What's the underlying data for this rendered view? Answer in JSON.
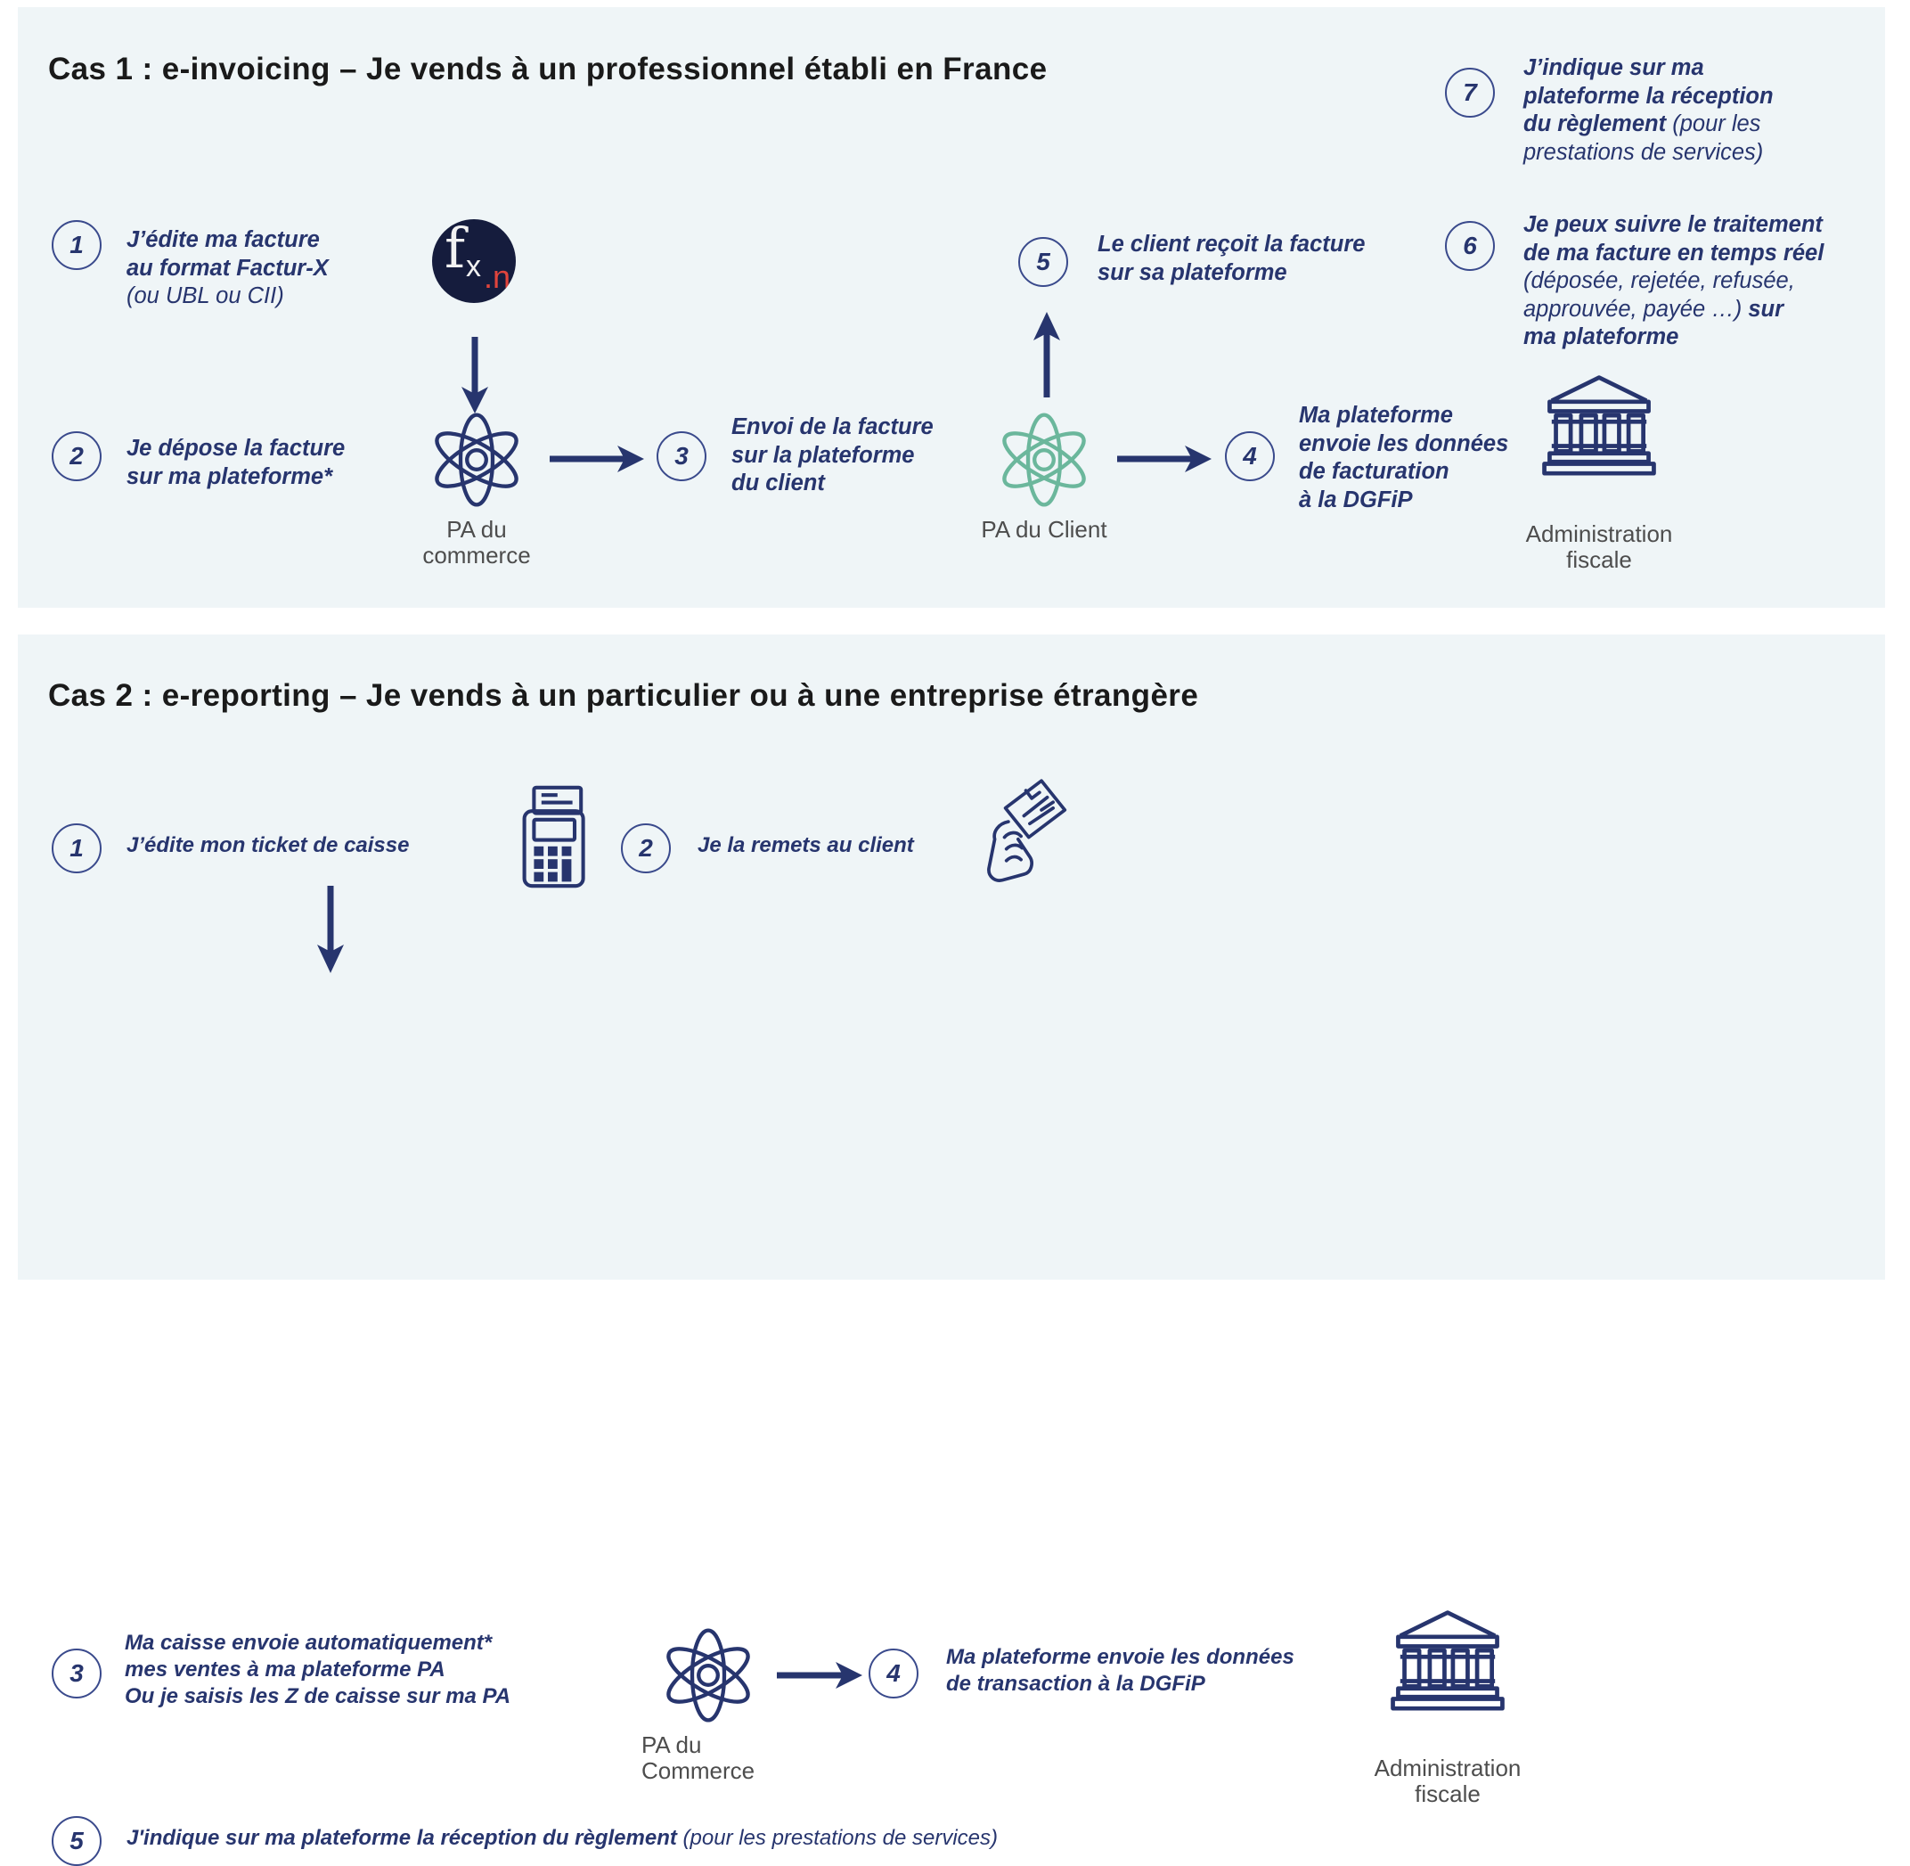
{
  "colors": {
    "panel_bg": "#eff5f7",
    "page_bg": "#ffffff",
    "navy": "#27356e",
    "navy_stroke": "#3a4a8c",
    "caption_gray": "#4d4d4d",
    "teal": "#6bb79c",
    "fx_circle": "#151c3d",
    "fx_red": "#e0443c",
    "title_black": "#1a1a1a"
  },
  "case1": {
    "title": "Cas 1 : e-invoicing – Je vends à un professionnel  établi en France",
    "steps": [
      {
        "num": "1",
        "bold": "J’édite ma facture au format Factur-X",
        "bold_l1": "J’édite ma facture",
        "bold_l2": "au format Factur-X",
        "light": "(ou UBL  ou CII)"
      },
      {
        "num": "2",
        "bold_l1": "Je dépose la facture",
        "bold_l2": "sur ma plateforme*"
      },
      {
        "num": "3",
        "bold_l1": "Envoi de la facture",
        "bold_l2": "sur la plateforme",
        "bold_l3": "du client"
      },
      {
        "num": "4",
        "bold_l1": "Ma plateforme",
        "bold_l2": "envoie les données",
        "bold_l3": "de facturation",
        "bold_l4": "à la DGFiP"
      },
      {
        "num": "5",
        "bold_l1": "Le client reçoit la facture",
        "bold_l2": "sur sa plateforme"
      },
      {
        "num": "6",
        "bold_l1": "Je peux suivre le traitement",
        "bold_l2": "de ma facture en temps réel",
        "light_l3": "(déposée, rejetée, refusée,",
        "light_l4": "approuvée, payée …)",
        "bold_l4b": " sur",
        "bold_l5": "ma plateforme"
      },
      {
        "num": "7",
        "bold_l1": "J’indique sur ma",
        "bold_l2": "plateforme la réception",
        "bold_l3": "du règlement",
        "light_l3b": " (pour les",
        "light_l4": "prestations de services)"
      }
    ],
    "captions": {
      "pa_commerce_l1": "PA du",
      "pa_commerce_l2": "commerce",
      "pa_client": "PA du Client",
      "admin_l1": "Administration",
      "admin_l2": "fiscale"
    },
    "icons": {
      "facturx": "factur-x-logo-icon",
      "pa_commerce": "atom-platform-icon",
      "pa_client": "atom-platform-client-icon",
      "admin": "government-building-icon",
      "arrow_down_1": "arrow-down-icon",
      "arrow_right_1": "arrow-right-icon",
      "arrow_right_2": "arrow-right-icon",
      "arrow_up_1": "arrow-up-icon"
    }
  },
  "case2": {
    "title": "Cas 2 : e-reporting – Je vends à un particulier ou à une entreprise  étrangère",
    "steps": [
      {
        "num": "1",
        "bold_l1": "J’édite mon ticket de caisse"
      },
      {
        "num": "2",
        "bold_l1": "Je la remets au client"
      },
      {
        "num": "3",
        "bold_l1": "Ma caisse envoie automatiquement*",
        "bold_l2": "mes ventes à ma plateforme  PA",
        "bold_l3": "Ou je saisis les Z de caisse sur ma PA"
      },
      {
        "num": "4",
        "bold_l1": "Ma plateforme envoie les données",
        "bold_l2": "de transaction  à la DGFiP"
      },
      {
        "num": "5",
        "bold_l1": "J'indique sur ma plateforme la réception du règlement",
        "light_l1b": " (pour les prestations de services)"
      }
    ],
    "captions": {
      "pa_commerce_l1": "PA du",
      "pa_commerce_l2": "Commerce",
      "admin_l1": "Administration",
      "admin_l2": "fiscale"
    },
    "icons": {
      "terminal": "card-payment-terminal-icon",
      "hand_receipt": "hand-holding-receipt-icon",
      "pa_commerce": "atom-platform-icon",
      "admin": "government-building-icon",
      "arrow_down_1": "arrow-down-icon",
      "arrow_right_1": "arrow-right-icon"
    }
  }
}
